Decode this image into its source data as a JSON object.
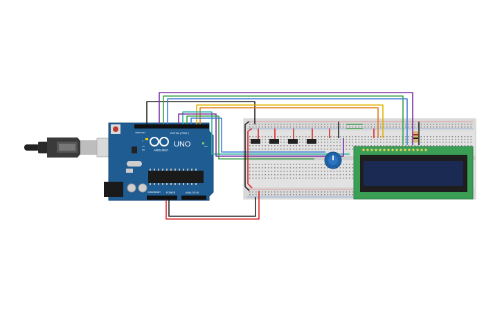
{
  "arduino": {
    "brand": "ARDUINO",
    "model": "UNO",
    "digital_header_label": "DIGITAL (PWM~)",
    "power_label": "POWER",
    "analog_label": "ANALOG IN",
    "aref_label": "AREF",
    "gnd_label": "GND",
    "on_label": "ON",
    "tx_label": "TX",
    "rx_label": "RX",
    "l_label": "L",
    "ioref_label": "IOREF",
    "reset_label": "RESET"
  },
  "usb": {
    "name": "usb-cable"
  },
  "colors": {
    "board": "#1f5c92",
    "breadboard": "#dcdcdc",
    "lcd_pcb": "#3a9f55",
    "lcd_screen": "#1b2a52",
    "pot_knob": "#1f62a6",
    "wire_red": "#d62828",
    "wire_black": "#222222",
    "wire_purple": "#7b2fa6",
    "wire_green": "#3aa04a",
    "wire_blue": "#3c7fd6",
    "wire_yellow": "#e2b400",
    "wire_orange": "#e07b1a",
    "wire_teal": "#2ab3a6"
  }
}
